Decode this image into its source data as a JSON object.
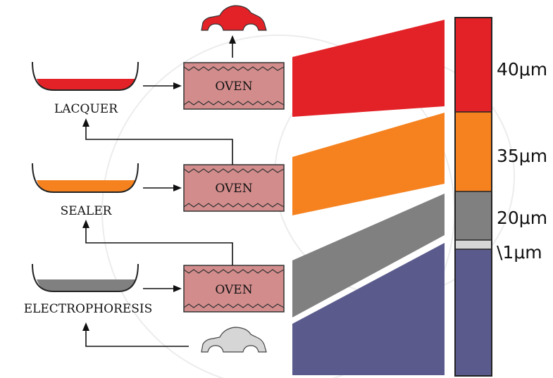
{
  "stages": [
    {
      "id": "lacquer",
      "tank_label": "LACQUER",
      "oven_label": "OVEN",
      "fill_color": "#e32227"
    },
    {
      "id": "sealer",
      "tank_label": "SEALER",
      "oven_label": "OVEN",
      "fill_color": "#f5821f"
    },
    {
      "id": "electrophoresis",
      "tank_label": "ELECTROPHORESIS",
      "oven_label": "OVEN",
      "fill_color": "#808080"
    }
  ],
  "layers": [
    {
      "color": "#e32227",
      "label": "40μm"
    },
    {
      "color": "#f5821f",
      "label": "35μm"
    },
    {
      "color": "#808080",
      "label": "20μm"
    },
    {
      "color": "#d6d6d6",
      "label": "\\1μm"
    },
    {
      "color": "#5a5b8c",
      "label": ""
    }
  ],
  "car_colors": {
    "finished": "#e32227",
    "raw": "#d6d6d6"
  },
  "oven_fill": "#d38c8c"
}
